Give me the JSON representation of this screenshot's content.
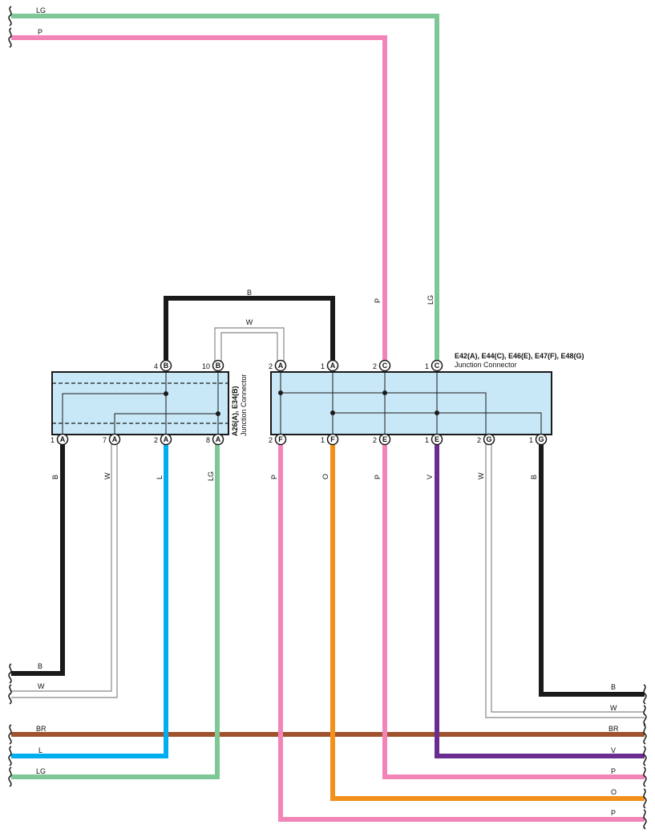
{
  "colors": {
    "LG": "#7fc796",
    "P": "#f285b8",
    "B": "#1a1a1a",
    "L": "#00aeef",
    "O": "#f39019",
    "V": "#6a2c91",
    "BR": "#a0522d",
    "W": "#888888",
    "connector_fill": "#c9e8f7"
  },
  "left_connector": {
    "title": "A26(A), E34(B)",
    "subtitle": "Junction Connector",
    "top_pins": [
      {
        "num": "4",
        "letter": "B"
      },
      {
        "num": "10",
        "letter": "B"
      }
    ],
    "bottom_pins": [
      {
        "num": "1",
        "letter": "A"
      },
      {
        "num": "7",
        "letter": "A"
      },
      {
        "num": "2",
        "letter": "A"
      },
      {
        "num": "8",
        "letter": "A"
      }
    ]
  },
  "right_connector": {
    "title": "E42(A), E44(C), E46(E), E47(F), E48(G)",
    "subtitle": "Junction Connector",
    "top_pins": [
      {
        "num": "2",
        "letter": "A"
      },
      {
        "num": "1",
        "letter": "A"
      },
      {
        "num": "2",
        "letter": "C"
      },
      {
        "num": "1",
        "letter": "C"
      }
    ],
    "bottom_pins": [
      {
        "num": "2",
        "letter": "F"
      },
      {
        "num": "1",
        "letter": "F"
      },
      {
        "num": "2",
        "letter": "E"
      },
      {
        "num": "1",
        "letter": "E"
      },
      {
        "num": "2",
        "letter": "G"
      },
      {
        "num": "1",
        "letter": "G"
      }
    ]
  },
  "wire_labels": {
    "top_lg": "LG",
    "top_p": "P",
    "bridge_b": "B",
    "bridge_w": "W",
    "vert_p": "P",
    "vert_lg": "LG",
    "lb_b": "B",
    "lb_w": "W",
    "lb_l": "L",
    "lb_lg": "LG",
    "rb_p1": "P",
    "rb_o": "O",
    "rb_p2": "P",
    "rb_v": "V",
    "rb_w": "W",
    "rb_b": "B",
    "left_end_b": "B",
    "left_end_w": "W",
    "left_end_br": "BR",
    "left_end_l": "L",
    "left_end_lg": "LG",
    "right_end_b": "B",
    "right_end_w": "W",
    "right_end_br": "BR",
    "right_end_v": "V",
    "right_end_p1": "P",
    "right_end_o": "O",
    "right_end_p2": "P"
  }
}
